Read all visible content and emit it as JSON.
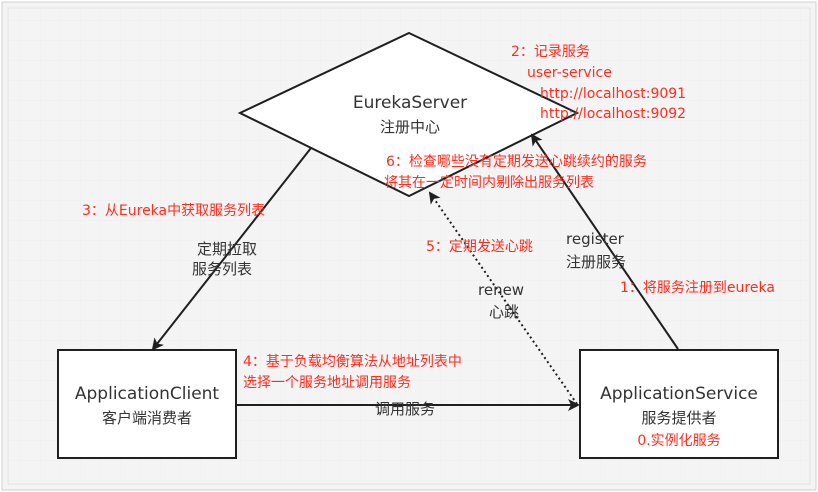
{
  "colors": {
    "annotation": "#ff2d1f",
    "stroke": "#1f1f1f",
    "text": "#333333",
    "grid": "#eeeeee"
  },
  "nodes": {
    "eureka": {
      "title": "EurekaServer",
      "subtitle": "注册中心"
    },
    "client": {
      "title": "ApplicationClient",
      "subtitle": "客户端消费者"
    },
    "service": {
      "title": "ApplicationService",
      "subtitle": "服务提供者",
      "note": "0.实例化服务"
    }
  },
  "edges": {
    "fetch": {
      "label_line1": "定期拉取",
      "label_line2": "服务列表"
    },
    "register": {
      "label_line1": "register",
      "label_line2": "注册服务"
    },
    "renew": {
      "label_line1": "renew",
      "label_line2": "心跳"
    },
    "invoke": {
      "label": "调用服务"
    }
  },
  "annotations": {
    "step1": "1：将服务注册到eureka",
    "step2": {
      "line1": "2：记录服务",
      "line2": "user-service",
      "line3": "http://localhost:9091",
      "line4": "http://localhost:9092"
    },
    "step3": "3：从Eureka中获取服务列表",
    "step4": {
      "line1": "4：基于负载均衡算法从地址列表中",
      "line2": "选择一个服务地址调用服务"
    },
    "step5": "5：定期发送心跳",
    "step6": {
      "line1": "6：检查哪些没有定期发送心跳续约的服务",
      "line2": "将其在一定时间内剔除出服务列表"
    }
  }
}
